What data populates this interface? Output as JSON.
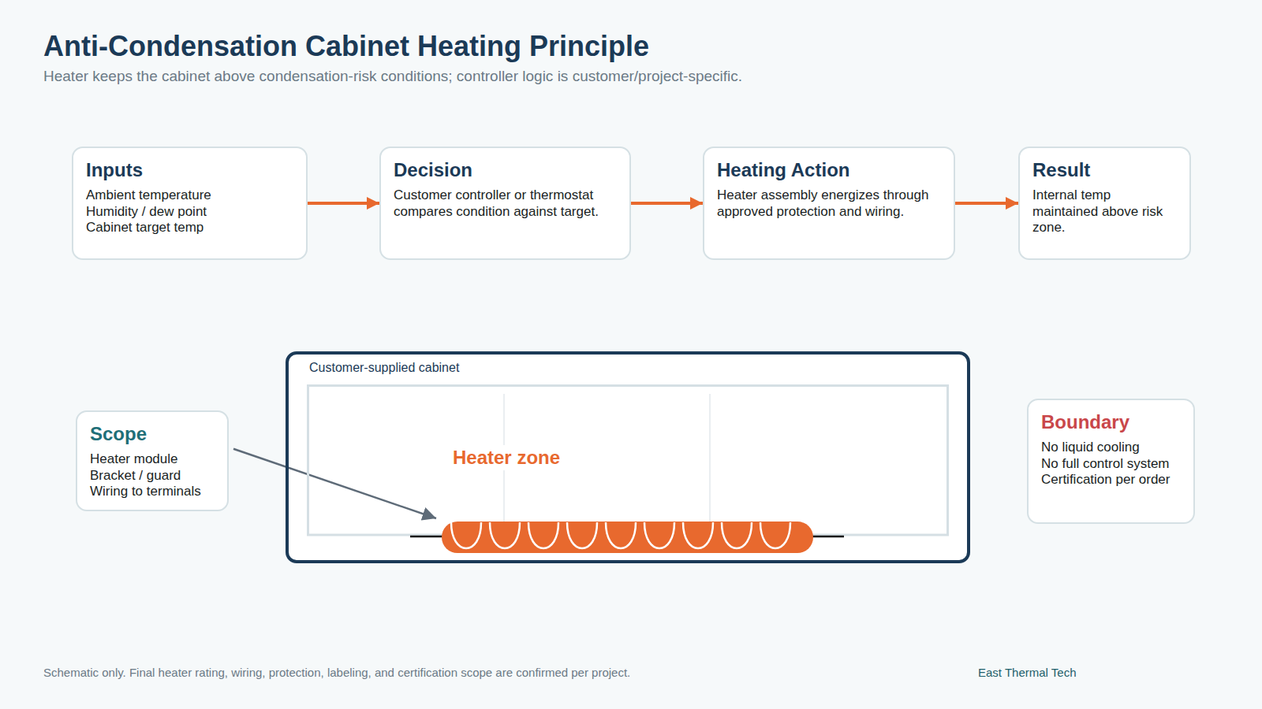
{
  "diagram": {
    "title": "Anti-Condensation Cabinet Heating Principle",
    "caption": "Heater keeps the cabinet above condensation-risk conditions; controller logic is customer/project-specific.",
    "nodes": [
      {
        "text": [
          "Inputs",
          "Ambient temperature",
          "Humidity / dew point",
          "Cabinet target temp"
        ]
      },
      {
        "text": [
          "Decision",
          "Customer controller or thermostat compares condition against target."
        ]
      },
      {
        "text": [
          "Heating Action",
          "Heater assembly energizes through approved protection and wiring."
        ]
      },
      {
        "text": [
          "Result",
          "Internal temp maintained above risk zone."
        ]
      },
      {
        "text": [
          "Scope",
          "Heater module",
          "Bracket / guard",
          "Wiring to terminals"
        ]
      },
      {
        "text": [
          "Customer-supplied cabinet"
        ]
      },
      {
        "text": [
          "Heater zone"
        ],
        "in": 5
      },
      {
        "text": [
          "Boundary",
          "No liquid cooling",
          "No full control system",
          "Certification per order"
        ]
      }
    ],
    "edges": [
      {
        "from": 0,
        "to": 1,
        "arrow": "to"
      },
      {
        "from": 1,
        "to": 2,
        "arrow": "to"
      },
      {
        "from": 2,
        "to": 3,
        "arrow": "to"
      },
      {
        "from": 4,
        "to": 6,
        "arrow": "to"
      }
    ],
    "labels": [
      "Schematic only. Final heater rating, wiring, protection, labeling, and certification scope are confirmed per project.",
      "East Thermal Tech"
    ]
  }
}
